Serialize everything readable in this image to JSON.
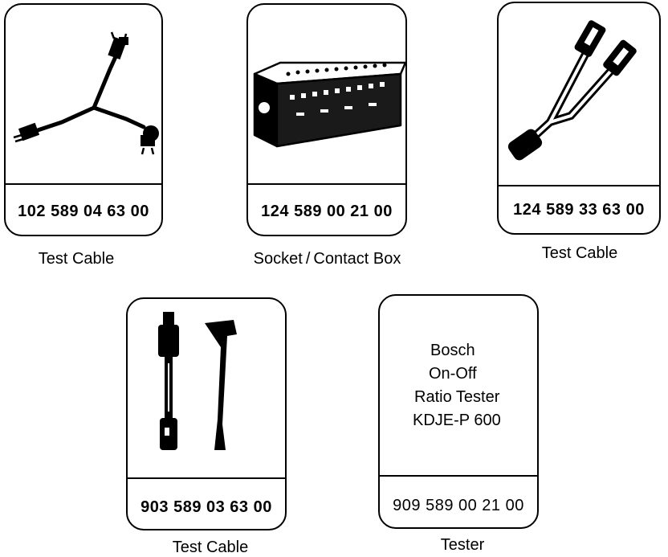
{
  "items": [
    {
      "part_number": "102 589 04 63 00",
      "caption": "Test Cable"
    },
    {
      "part_number": "124 589 00 21 00",
      "caption": "Socket / Contact Box"
    },
    {
      "part_number": "124 589 33 63 00",
      "caption": "Test Cable"
    },
    {
      "part_number": "903 589 03 63 00",
      "caption": "Test Cable"
    },
    {
      "part_number": "909 589 00 21 00",
      "caption": "Tester",
      "description": [
        "Bosch",
        "On-Off",
        "Ratio Tester",
        "KDJE-P 600"
      ]
    }
  ]
}
